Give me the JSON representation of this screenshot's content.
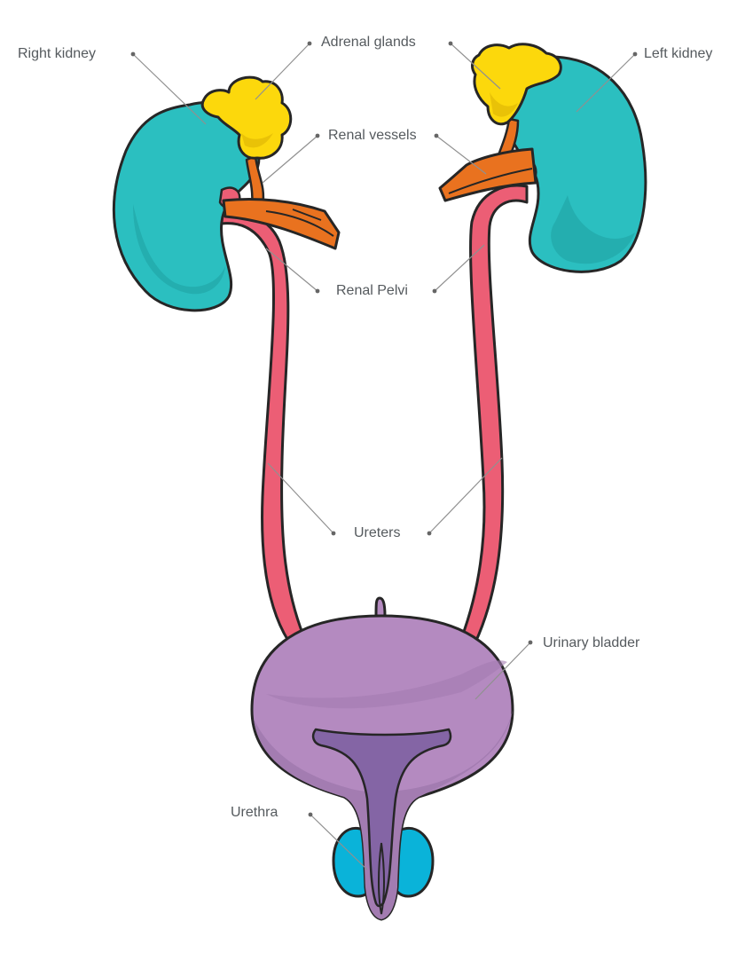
{
  "labels": {
    "right_kidney": "Right kidney",
    "adrenal_glands": "Adrenal glands",
    "left_kidney": "Left kidney",
    "renal_vessels": "Renal vessels",
    "renal_pelvi": "Renal Pelvi",
    "ureters": "Ureters",
    "urinary_bladder": "Urinary bladder",
    "urethra": "Urethra"
  },
  "colors": {
    "kidney": "#2bbfc0",
    "kidney_shade": "#22a7a8",
    "adrenal": "#fcd80c",
    "adrenal_shade": "#e3bd06",
    "vessel": "#e9721f",
    "ureter": "#ec5e75",
    "bladder": "#b48ac0",
    "bladder_shade": "#a37cb1",
    "bladder_inner": "#8465a5",
    "prostate": "#0ab3d9",
    "outline": "#262626",
    "leader": "#909090",
    "label_text": "#555a5e"
  },
  "icons": {
    "leader_dot": "dot-icon"
  }
}
